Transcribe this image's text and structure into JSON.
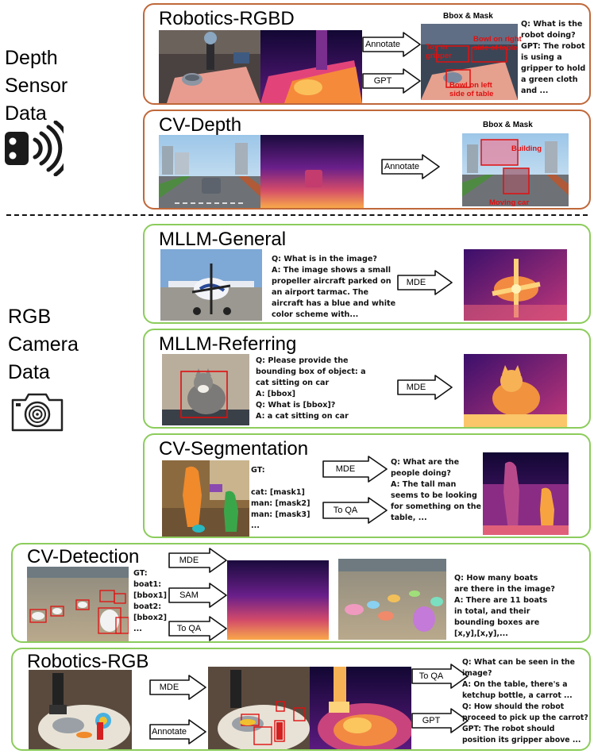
{
  "groups": {
    "depth": [
      "Depth",
      "Sensor",
      "Data"
    ],
    "rgb": [
      "RGB",
      "Camera",
      "Data"
    ]
  },
  "colors": {
    "depth_border": "#c0683a",
    "rgb_border": "#8ccc5c",
    "label_red": "#e01010"
  },
  "icons": {
    "depth": "depth-sensor-icon",
    "rgb": "camera-icon"
  },
  "robotics_rgbd": {
    "title": "Robotics-RGBD",
    "arrow_annotate": "Annotate",
    "arrow_gpt": "GPT",
    "bbox_title": "Bbox & Mask",
    "labels": {
      "toy": "Toy in gripper",
      "bowl_right": "Bowl on right side of table",
      "bowl_left": "Bowl on left side of table"
    },
    "qa": [
      "Q: What is the",
      "robot doing?",
      "GPT: The robot",
      "is using a",
      "gripper to hold",
      "a green cloth",
      "and ..."
    ]
  },
  "cv_depth": {
    "title": "CV-Depth",
    "arrow_annotate": "Annotate",
    "bbox_title": "Bbox & Mask",
    "labels": {
      "building": "Building",
      "car": "Moving car"
    }
  },
  "mllm_general": {
    "title": "MLLM-General",
    "arrow": "MDE",
    "text": [
      "Q: What is in the image?",
      "A: The image shows a small",
      "propeller aircraft parked on",
      "an airport tarmac. The",
      "aircraft has a blue and white",
      "color scheme with..."
    ]
  },
  "mllm_referring": {
    "title": "MLLM-Referring",
    "arrow": "MDE",
    "text": [
      "Q: Please provide the",
      "bounding box of object: a",
      "cat sitting on car",
      "A: [bbox]",
      "Q: What is [bbox]?",
      "A: a cat sitting on car"
    ]
  },
  "cv_segmentation": {
    "title": "CV-Segmentation",
    "arrow_mde": "MDE",
    "arrow_qa": "To QA",
    "gt": [
      "GT:",
      "",
      "cat: [mask1]",
      "man: [mask2]",
      "man: [mask3]",
      "..."
    ],
    "qa": [
      "Q: What are the",
      "people doing?",
      "A:  The tall man",
      "seems to be looking",
      "for something on the",
      "table, ..."
    ]
  },
  "cv_detection": {
    "title": "CV-Detection",
    "arrow_mde": "MDE",
    "arrow_sam": "SAM",
    "arrow_qa": "To QA",
    "gt": [
      "GT:",
      "boat1:",
      "[bbox1]",
      "boat2:",
      "[bbox2]",
      "..."
    ],
    "qa": [
      "Q: How many boats",
      "are there in the image?",
      "A: There are 11 boats",
      "in total, and their",
      "bounding boxes are",
      "[x,y],[x,y],..."
    ]
  },
  "robotics_rgb": {
    "title": "Robotics-RGB",
    "arrow_mde": "MDE",
    "arrow_annotate": "Annotate",
    "arrow_qa": "To QA",
    "arrow_gpt": "GPT",
    "qa": [
      "Q: What can be seen in the",
      "image?",
      "A: On the table, there's a",
      "ketchup bottle, a carrot ...",
      "Q: How should the robot",
      "proceed to pick up the carrot?",
      "GPT:  The robot should",
      "position its gripper above ..."
    ]
  }
}
